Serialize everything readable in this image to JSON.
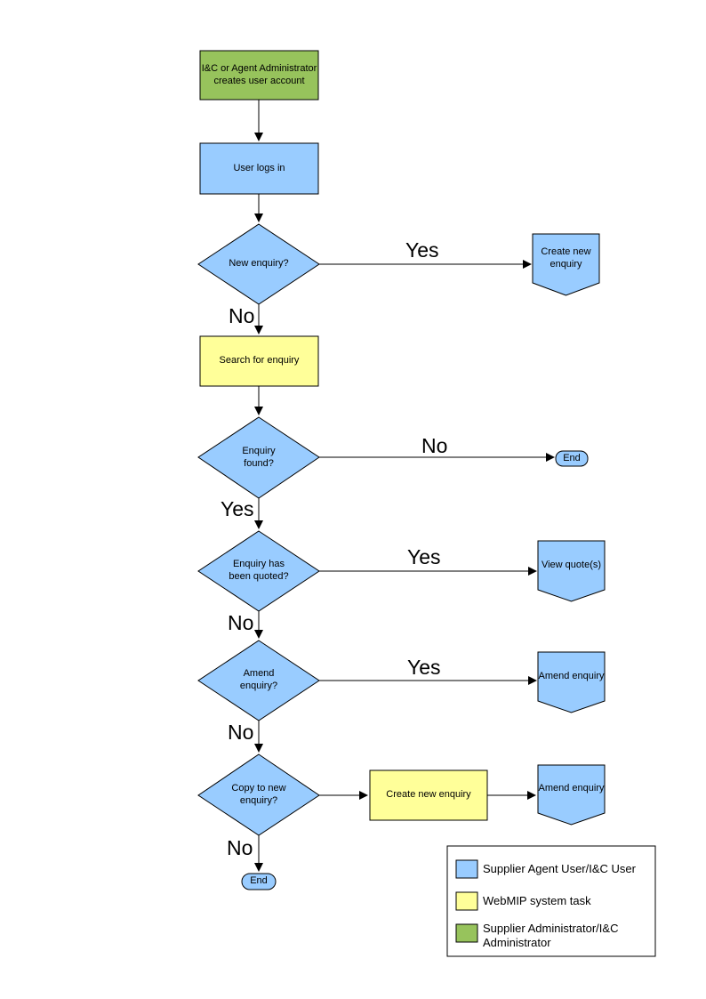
{
  "colors": {
    "user_step": "#99CCFF",
    "system_task": "#FFFF99",
    "admin_step": "#97C35C",
    "outline": "#000000",
    "legend_bg": "#FFFFFF"
  },
  "nodes": {
    "admin_creates_account": "I&C or Agent Administrator creates user account",
    "user_logs_in": "User logs in",
    "new_enquiry_decision": "New enquiry?",
    "create_new_enquiry_ref": "Create new enquiry",
    "search_for_enquiry": "Search for enquiry",
    "enquiry_found_decision": "Enquiry found?",
    "end_top": "End",
    "enquiry_quoted_decision": "Enquiry has been quoted?",
    "view_quotes_ref": "View quote(s)",
    "amend_enquiry_decision": "Amend enquiry?",
    "amend_enquiry_ref_1": "Amend enquiry",
    "copy_to_new_enquiry_decision": "Copy to new enquiry?",
    "create_new_enquiry_task": "Create new enquiry",
    "amend_enquiry_ref_2": "Amend enquiry",
    "end_bottom": "End"
  },
  "edge_labels": {
    "new_enquiry_yes": "Yes",
    "new_enquiry_no": "No",
    "enquiry_found_no": "No",
    "enquiry_found_yes": "Yes",
    "enquiry_quoted_yes": "Yes",
    "enquiry_quoted_no": "No",
    "amend_enquiry_yes": "Yes",
    "amend_enquiry_no": "No",
    "copy_to_new_no": "No"
  },
  "legend": {
    "items": [
      {
        "label": "Supplier Agent User/I&C User"
      },
      {
        "label": "WebMIP system task"
      },
      {
        "label": "Supplier Administrator/I&C Administrator"
      }
    ]
  }
}
